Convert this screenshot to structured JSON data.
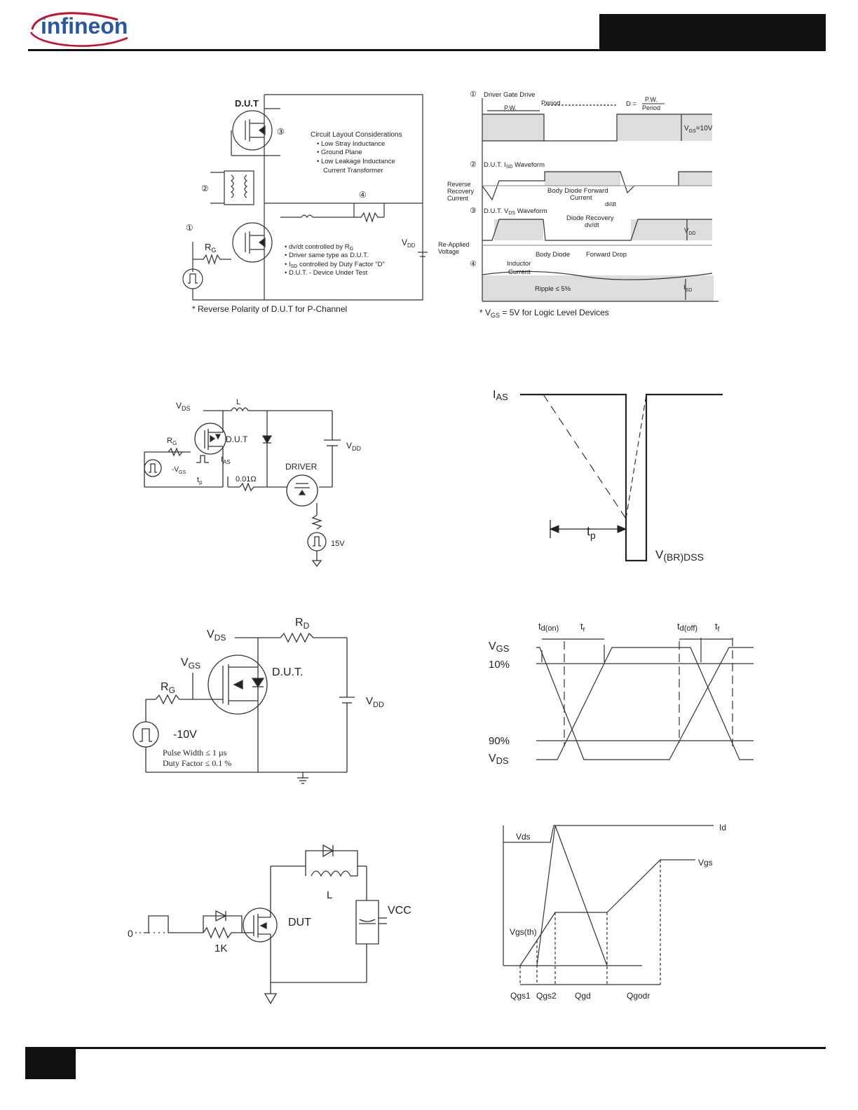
{
  "header": {
    "logo_text": "infineon",
    "brand_color": "#c8102e",
    "logo_blue": "#2a56a6"
  },
  "fig1": {
    "dut": "D.U.T",
    "circled": [
      "①",
      "②",
      "③",
      "④"
    ],
    "layout_title": "Circuit Layout Considerations",
    "layout_items": [
      "Low Stray Inductance",
      "Ground Plane",
      "Low Leakage Inductance",
      "Current Transformer"
    ],
    "rg": "R",
    "rg_sub": "G",
    "vdd": "V",
    "vdd_sub": "DD",
    "notes": [
      "dv/dt controlled by R",
      "Driver same type as D.U.T.",
      "I",
      "D.U.T. - Device Under Test"
    ],
    "note1_sub": "G",
    "note3_sub": "SD",
    "note3_rest": " controlled by Duty Factor \"D\"",
    "footnote": "* Reverse Polarity of D.U.T for P-Channel"
  },
  "fig2": {
    "w1_label": "Driver Gate Drive",
    "pw": "P.W.",
    "period": "Period",
    "d_eq": "D =",
    "d_num": "P.W.",
    "d_den": "Period",
    "vgs10": "V",
    "vgs10_sub": "GS",
    "vgs10_rest": "=10V",
    "w2_label": "D.U.T. I",
    "w2_sub": "SD",
    "w2_rest": " Waveform",
    "rev_rec": [
      "Reverse",
      "Recovery",
      "Current"
    ],
    "body_fwd": [
      "Body Diode Forward",
      "Current"
    ],
    "didt": "di/dt",
    "w3_label": "D.U.T. V",
    "w3_sub": "DS",
    "w3_rest": " Waveform",
    "diode_rec": [
      "Diode Recovery",
      "dv/dt"
    ],
    "vdd": "V",
    "vdd_sub": "DD",
    "reapplied": [
      "Re-Applied",
      "Voltage"
    ],
    "body_diode": "Body Diode",
    "fwd_drop": "Forward Drop",
    "inductor": [
      "Inductor",
      "Current"
    ],
    "ripple": "Ripple ≤ 5%",
    "isd": "I",
    "isd_sub": "SD",
    "footnote": "* V",
    "footnote_sub": "GS",
    "footnote_rest": " = 5V for Logic Level Devices"
  },
  "fig3": {
    "vds": "V",
    "vds_sub": "DS",
    "l": "L",
    "rg": "R",
    "rg_sub": "G",
    "dut": "D.U.T",
    "vdd": "V",
    "vdd_sub": "DD",
    "ias": "I",
    "ias_sub": "AS",
    "vgs": "-V",
    "vgs_sub": "GS",
    "tp": "t",
    "tp_sub": "p",
    "res": "0.01Ω",
    "driver": "DRIVER",
    "v15": "15V"
  },
  "fig4": {
    "ias": "I",
    "ias_sub": "AS",
    "tp": "t",
    "tp_sub": "p",
    "vbr": "V",
    "vbr_sub": "(BR)DSS"
  },
  "fig5": {
    "rd": "R",
    "rd_sub": "D",
    "vds": "V",
    "vds_sub": "DS",
    "vgs": "V",
    "vgs_sub": "GS",
    "dut": "D.U.T.",
    "rg": "R",
    "rg_sub": "G",
    "vdd": "V",
    "vdd_sub": "DD",
    "neg10": "-10V",
    "pulse": "Pulse Width ≤ 1 µs",
    "duty": "Duty Factor ≤ 0.1 %"
  },
  "fig6": {
    "tdon": "t",
    "tdon_sub": "d(on)",
    "tr": "t",
    "tr_sub": "r",
    "tdoff": "t",
    "tdoff_sub": "d(off)",
    "tf": "t",
    "tf_sub": "f",
    "vgs": "V",
    "vgs_sub": "GS",
    "p10": "10%",
    "p90": "90%",
    "vds": "V",
    "vds_sub": "DS"
  },
  "fig7": {
    "zero": "0",
    "l": "L",
    "dut": "DUT",
    "vcc": "VCC",
    "r1k": "1K"
  },
  "fig8": {
    "vds": "Vds",
    "id": "Id",
    "vgs": "Vgs",
    "vgsth": "Vgs(th)",
    "q_labels": [
      "Qgs1",
      "Qgs2",
      "Qgd",
      "Qgodr"
    ]
  }
}
